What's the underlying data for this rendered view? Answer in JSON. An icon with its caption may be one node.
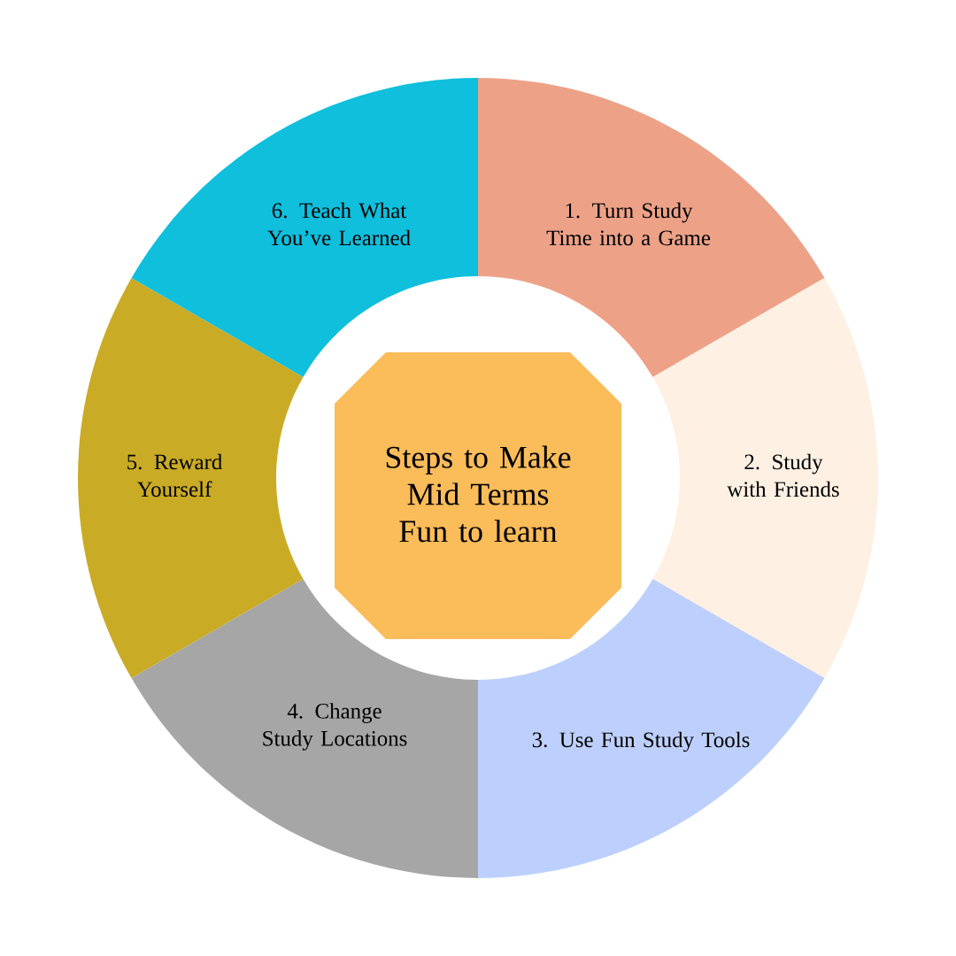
{
  "diagram": {
    "nodes": [
      {
        "text": [
          "Steps to Make Mid Terms Fun to learn"
        ]
      },
      {
        "text": [
          "1. Turn Study Time into a Game"
        ]
      },
      {
        "text": [
          "2. Study with Friends"
        ]
      },
      {
        "text": [
          "3. Use Fun Study Tools"
        ]
      },
      {
        "text": [
          "4. Change Study Locations"
        ]
      },
      {
        "text": [
          "5. Reward Yourself"
        ]
      },
      {
        "text": [
          "6. Teach What You’ve Learned"
        ]
      }
    ]
  }
}
